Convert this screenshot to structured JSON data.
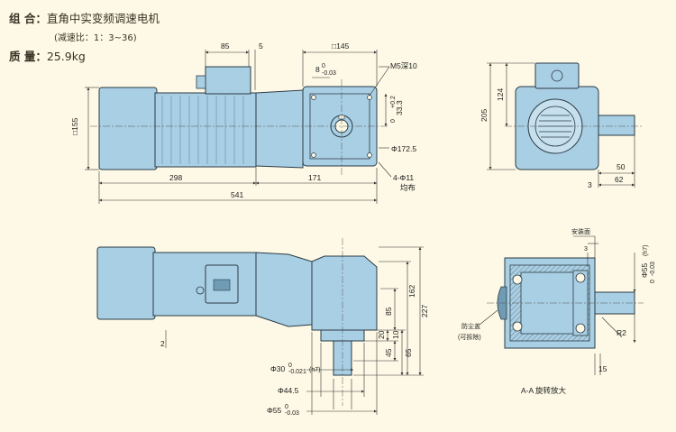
{
  "header": {
    "combo_label": "组 合：",
    "combo_value": "直角中实变频调速电机",
    "ratio_note": "(减速比：1：3~36)",
    "mass_label": "质 量：",
    "mass_value": "25.9kg"
  },
  "dims": {
    "d85": "85",
    "d5": "5",
    "d145": "□145",
    "d8": "8",
    "d8_tol": "0",
    "d8_tol2": "-0.03",
    "dM5": "M5深10",
    "d124": "124",
    "d205": "205",
    "d155": "□155",
    "d33": "33.3",
    "d33_tol": "+0.2",
    "d33_tol0": "0",
    "d172": "Φ172.5",
    "d4_11": "4-Φ11",
    "even": "均布",
    "d298": "298",
    "d171": "171",
    "d541": "541",
    "d50": "50",
    "d3": "3",
    "d62": "62",
    "mount": "安装面",
    "d3b": "3",
    "d55_h7": "Φ55",
    "h7": "(h7)",
    "d55_tol": "0",
    "d55_tol2": "-0.03",
    "d162": "162",
    "d227": "227",
    "d85b": "85",
    "d20": "20",
    "d10": "10",
    "d45": "45",
    "d65": "65",
    "d2": "2",
    "d30": "Φ30",
    "d30_tol": "0",
    "d30_tol2": "-0.021",
    "d30_h7": "(h7)",
    "d44": "Φ44.5",
    "d55b": "Φ55",
    "d55b_tol": "0",
    "d55b_tol2": "-0.03",
    "dust": "防尘盖",
    "removable": "(可拆除)",
    "d15": "15",
    "r2": "R2",
    "section": "A-A 旋转放大"
  },
  "colors": {
    "body": "#a9cfe4",
    "body_dark": "#6f9bb5",
    "line": "#2b3a44",
    "dim": "#333333",
    "bg": "#fdf9e6"
  }
}
